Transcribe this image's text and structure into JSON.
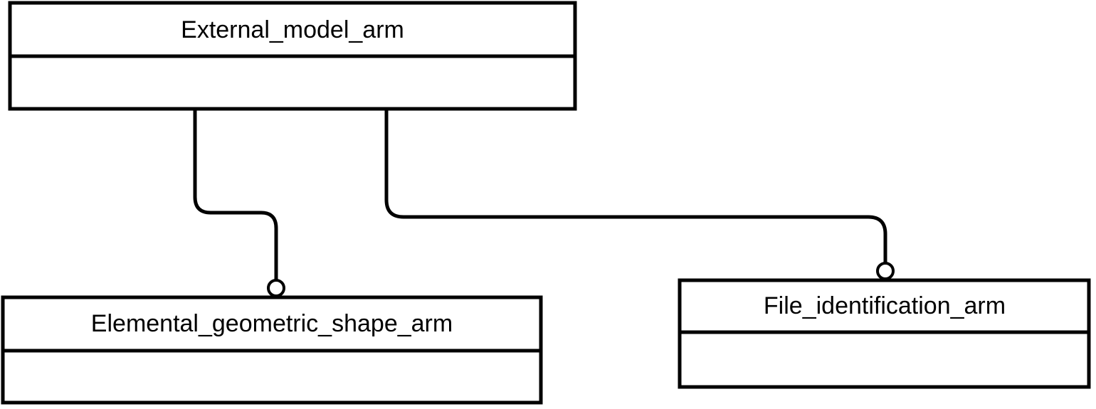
{
  "entities": [
    {
      "id": "external_model",
      "title": "External_model_arm"
    },
    {
      "id": "elemental_geometric_shape",
      "title": "Elemental_geometric_shape_arm"
    },
    {
      "id": "file_identification",
      "title": "File_identification_arm"
    }
  ],
  "relationships": [
    {
      "from": "External_model_arm",
      "to": "Elemental_geometric_shape_arm"
    },
    {
      "from": "External_model_arm",
      "to": "File_identification_arm"
    }
  ]
}
